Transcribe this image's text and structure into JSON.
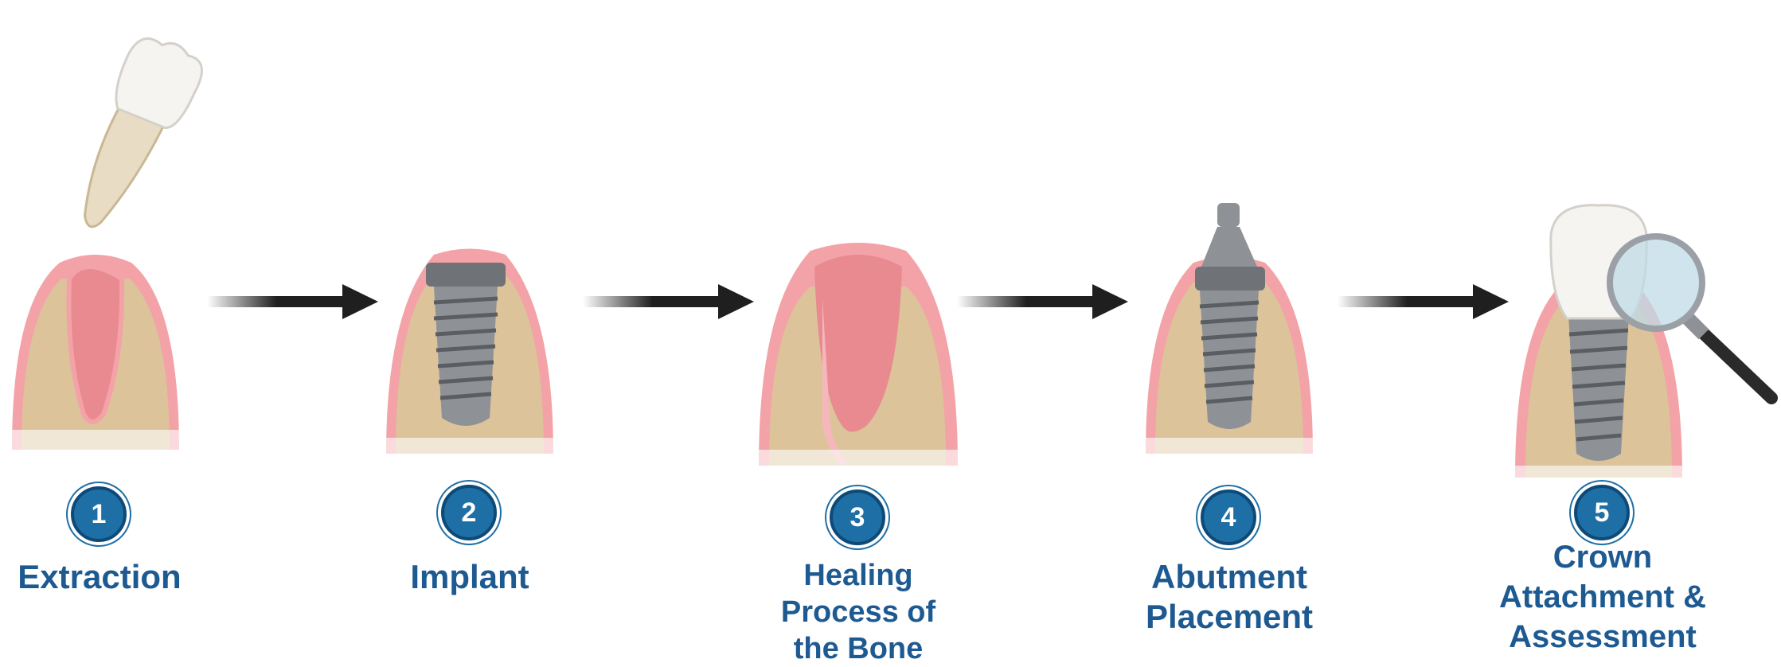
{
  "steps": [
    {
      "number": "1",
      "label": "Extraction"
    },
    {
      "number": "2",
      "label": "Implant"
    },
    {
      "number": "3",
      "label": "Healing\nProcess of\nthe Bone"
    },
    {
      "number": "4",
      "label": "Abutment\nPlacement"
    },
    {
      "number": "5",
      "label": "Crown\nAttachment &\nAssessment"
    }
  ],
  "colors": {
    "label": "#1e5a92",
    "badge": "#1e6fa5",
    "bone": "#dcc39a",
    "gum": "#f3a3a8",
    "socket": "#e98a90",
    "implant": "#8e9196",
    "tooth": "#f4f1ec",
    "arrow": "#1f1f1f"
  }
}
